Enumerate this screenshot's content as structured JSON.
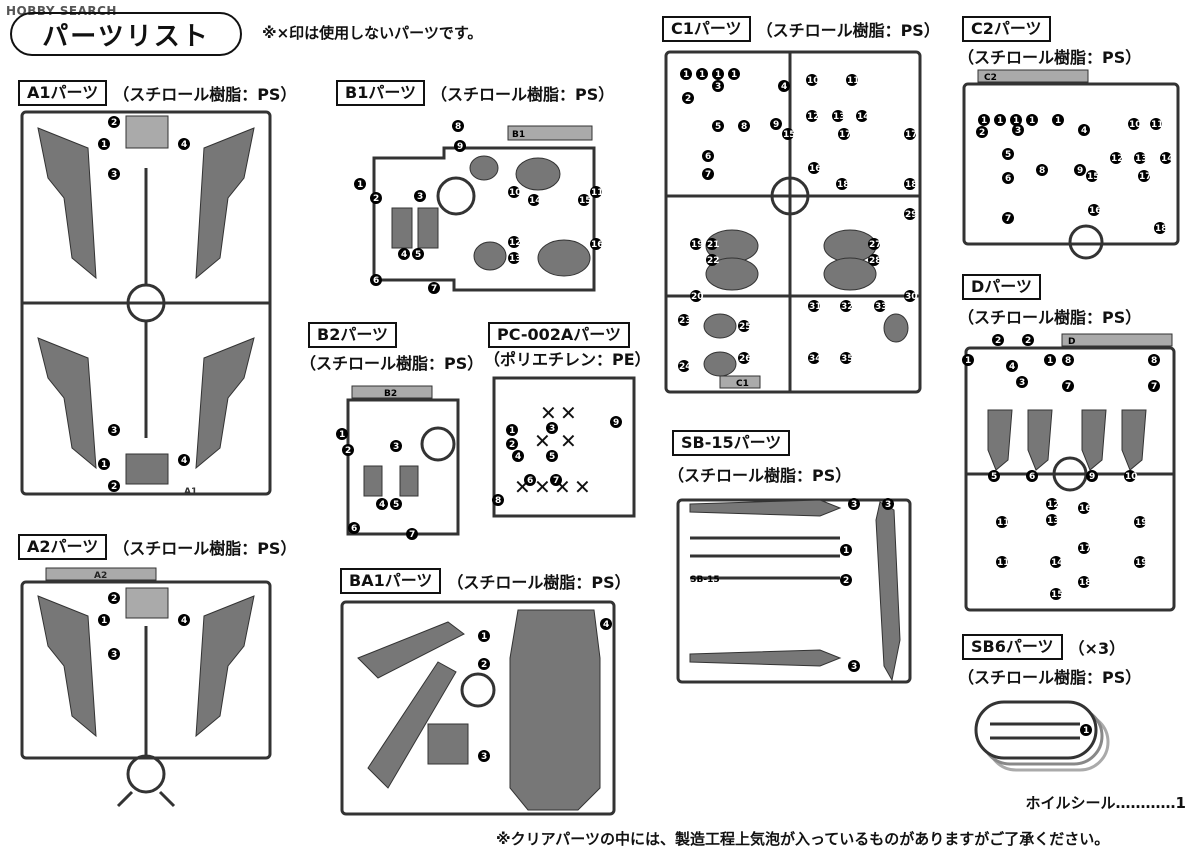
{
  "watermark": "HOBBY SEARCH",
  "title": "パーツリスト",
  "note_unused": "※×印は使用しないパーツです。",
  "sections": {
    "a1": {
      "label": "A1パーツ",
      "material": "（スチロール樹脂：PS）",
      "tag": "A1"
    },
    "a2": {
      "label": "A2パーツ",
      "material": "（スチロール樹脂：PS）",
      "tag": "A2"
    },
    "b1": {
      "label": "B1パーツ",
      "material": "（スチロール樹脂：PS）",
      "tag": "B1"
    },
    "b2": {
      "label": "B2パーツ",
      "material": "（スチロール樹脂：PS）",
      "tag": "B2"
    },
    "pc": {
      "label": "PC-002Aパーツ",
      "material": "（ポリエチレン：PE）"
    },
    "ba1": {
      "label": "BA1パーツ",
      "material": "（スチロール樹脂：PS）"
    },
    "c1": {
      "label": "C1パーツ",
      "material": "（スチロール樹脂：PS）",
      "tag": "C1"
    },
    "c2": {
      "label": "C2パーツ",
      "material": "（スチロール樹脂：PS）",
      "tag": "C2"
    },
    "d": {
      "label": "Dパーツ",
      "material": "（スチロール樹脂：PS）",
      "tag": "D"
    },
    "sb15": {
      "label": "SB-15パーツ",
      "material": "（スチロール樹脂：PS）",
      "tag": "SB-15"
    },
    "sb6": {
      "label": "SB6パーツ",
      "qty": "（×3）",
      "material": "（スチロール樹脂：PS）"
    }
  },
  "wheel_seal": "ホイルシール…………1",
  "footer_note": "※クリアパーツの中には、製造工程上気泡が入っているものがありますがご了承ください。"
}
